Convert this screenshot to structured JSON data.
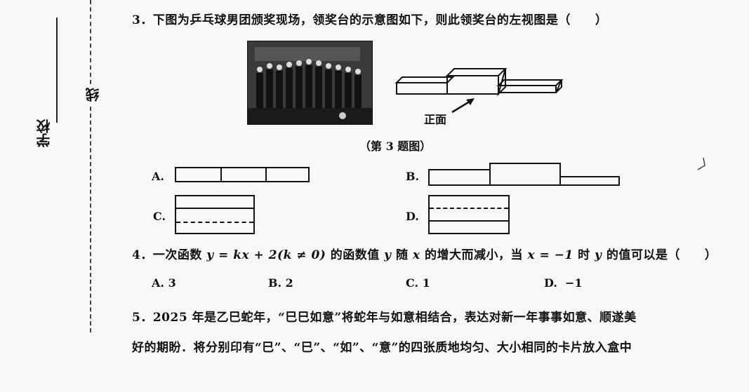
{
  "margin": {
    "school_label": "学校",
    "line_label": "线"
  },
  "q3": {
    "number": "3．",
    "text": "下图为乒乓球男团颁奖现场，领奖台的示意图如下，则此领奖台的左视图是（　　）",
    "front_label": "正面",
    "caption": "（第 3 题图）",
    "options": [
      "A.",
      "B.",
      "C.",
      "D."
    ]
  },
  "q4": {
    "number": "4．",
    "prefix": "一次函数",
    "formula": "y = kx + 2(k ≠ 0)",
    "middle": "的函数值",
    "y1": "y",
    "mid2": "随",
    "x1": "x",
    "mid3": "的增大而减小，当",
    "cond": "x = −1",
    "mid4": "时",
    "y2": "y",
    "suffix": "的值可以是（　　）",
    "options": [
      {
        "label": "A.",
        "value": "3"
      },
      {
        "label": "B.",
        "value": "2"
      },
      {
        "label": "C.",
        "value": "1"
      },
      {
        "label": "D.",
        "value": "−1"
      }
    ]
  },
  "q5": {
    "line1": "5．2025 年是乙巳蛇年，“巳巳如意”将蛇年与如意相结合，表达对新一年事事如意、顺遂美",
    "line2": "好的期盼．将分别印有“巳”、“巳”、“如”、“意”的四张质地均匀、大小相同的卡片放入盒中"
  }
}
